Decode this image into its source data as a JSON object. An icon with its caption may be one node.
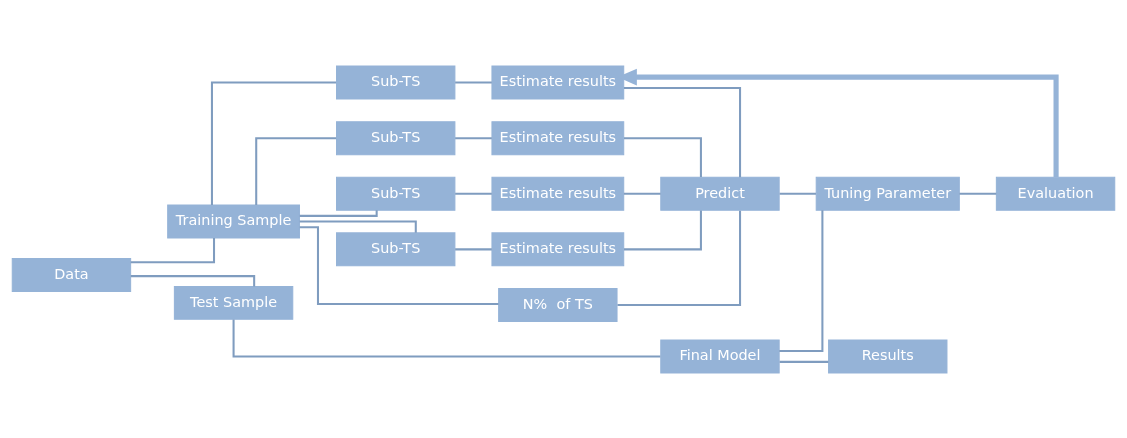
{
  "diagram": {
    "nodes": [
      {
        "text": [
          "Evaluation"
        ]
      },
      {
        "text": [
          "Sub-TS"
        ]
      },
      {
        "text": [
          "Estimate results"
        ]
      },
      {
        "text": [
          "Sub-TS"
        ]
      },
      {
        "text": [
          "Estimate results"
        ]
      },
      {
        "text": [
          "Predict"
        ]
      },
      {
        "text": [
          "Tuning Parameter"
        ]
      },
      {
        "text": [
          "Training Sample"
        ]
      },
      {
        "text": [
          "Sub-TS"
        ]
      },
      {
        "text": [
          "Estimate results"
        ]
      },
      {
        "text": [
          "Sub-TS"
        ]
      },
      {
        "text": [
          "Estimate results"
        ]
      },
      {
        "text": [
          "Data"
        ]
      },
      {
        "text": [
          "N%  of TS"
        ]
      },
      {
        "text": [
          "Test Sample"
        ]
      },
      {
        "text": [
          "Final Model"
        ]
      },
      {
        "text": [
          "Results"
        ]
      }
    ],
    "edges": [
      {
        "from": 12,
        "to": 7,
        "arrow": "none"
      },
      {
        "from": 12,
        "to": 14,
        "arrow": "none"
      },
      {
        "from": 7,
        "to": 1,
        "arrow": "none"
      },
      {
        "from": 7,
        "to": 3,
        "arrow": "none"
      },
      {
        "from": 7,
        "to": 8,
        "arrow": "none"
      },
      {
        "from": 7,
        "to": 10,
        "arrow": "none"
      },
      {
        "from": 7,
        "to": 13,
        "arrow": "none"
      },
      {
        "from": 1,
        "to": 2,
        "arrow": "none"
      },
      {
        "from": 3,
        "to": 4,
        "arrow": "none"
      },
      {
        "from": 8,
        "to": 9,
        "arrow": "none"
      },
      {
        "from": 10,
        "to": 11,
        "arrow": "none"
      },
      {
        "from": 2,
        "to": 5,
        "arrow": "none"
      },
      {
        "from": 4,
        "to": 5,
        "arrow": "none"
      },
      {
        "from": 9,
        "to": 5,
        "arrow": "none"
      },
      {
        "from": 11,
        "to": 5,
        "arrow": "none"
      },
      {
        "from": 13,
        "to": 5,
        "arrow": "none"
      },
      {
        "from": 5,
        "to": 6,
        "arrow": "none"
      },
      {
        "from": 6,
        "to": 0,
        "arrow": "none"
      },
      {
        "from": 0,
        "to": 2,
        "arrow": "to",
        "style": "thick",
        "color": "#95b3d7"
      },
      {
        "from": 6,
        "to": 15,
        "arrow": "none"
      },
      {
        "from": 14,
        "to": 15,
        "arrow": "none"
      },
      {
        "from": 15,
        "to": 16,
        "arrow": "none"
      }
    ]
  }
}
